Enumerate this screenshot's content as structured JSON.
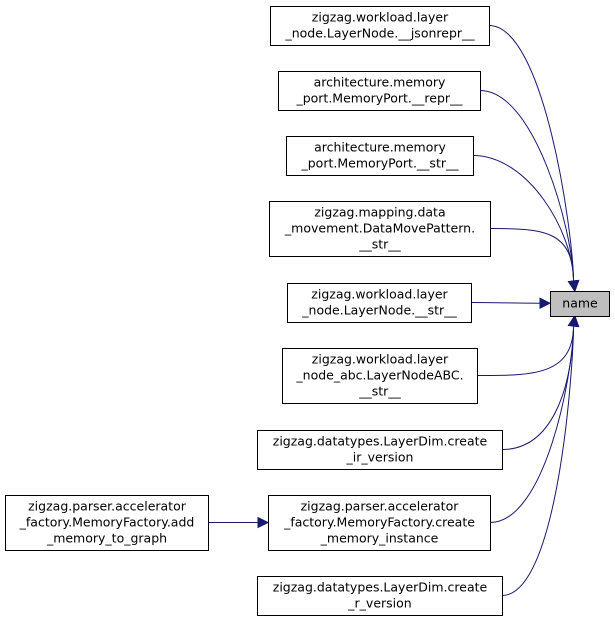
{
  "colors": {
    "edge": "#191970",
    "focus_fill": "#bfbfbf",
    "node_fill": "#ffffff",
    "border": "#000000"
  },
  "nodes": [
    {
      "id": "jsonrepr",
      "lines": [
        "zigzag.workload.layer",
        "_node.LayerNode.__jsonrepr__"
      ]
    },
    {
      "id": "mp_repr",
      "lines": [
        "architecture.memory",
        "_port.MemoryPort.__repr__"
      ]
    },
    {
      "id": "mp_str",
      "lines": [
        "architecture.memory",
        "_port.MemoryPort.__str__"
      ]
    },
    {
      "id": "dmp_str",
      "lines": [
        "zigzag.mapping.data",
        "_movement.DataMovePattern.",
        "__str__"
      ]
    },
    {
      "id": "ln_str",
      "lines": [
        "zigzag.workload.layer",
        "_node.LayerNode.__str__"
      ]
    },
    {
      "id": "lnabc_str",
      "lines": [
        "zigzag.workload.layer",
        "_node_abc.LayerNodeABC.",
        "__str__"
      ]
    },
    {
      "id": "create_ir",
      "lines": [
        "zigzag.datatypes.LayerDim.create",
        "_ir_version"
      ]
    },
    {
      "id": "create_mem",
      "lines": [
        "zigzag.parser.accelerator",
        "_factory.MemoryFactory.create",
        "_memory_instance"
      ]
    },
    {
      "id": "create_r",
      "lines": [
        "zigzag.datatypes.LayerDim.create",
        "_r_version"
      ]
    },
    {
      "id": "add_mem",
      "lines": [
        "zigzag.parser.accelerator",
        "_factory.MemoryFactory.add",
        "_memory_to_graph"
      ]
    },
    {
      "id": "name",
      "lines": [
        "name"
      ],
      "focus": true
    }
  ],
  "edges": [
    {
      "from": "jsonrepr",
      "to": "name"
    },
    {
      "from": "mp_repr",
      "to": "name"
    },
    {
      "from": "mp_str",
      "to": "name"
    },
    {
      "from": "dmp_str",
      "to": "name"
    },
    {
      "from": "ln_str",
      "to": "name"
    },
    {
      "from": "lnabc_str",
      "to": "name"
    },
    {
      "from": "create_ir",
      "to": "name"
    },
    {
      "from": "create_mem",
      "to": "name"
    },
    {
      "from": "create_r",
      "to": "name"
    },
    {
      "from": "add_mem",
      "to": "create_mem"
    }
  ]
}
